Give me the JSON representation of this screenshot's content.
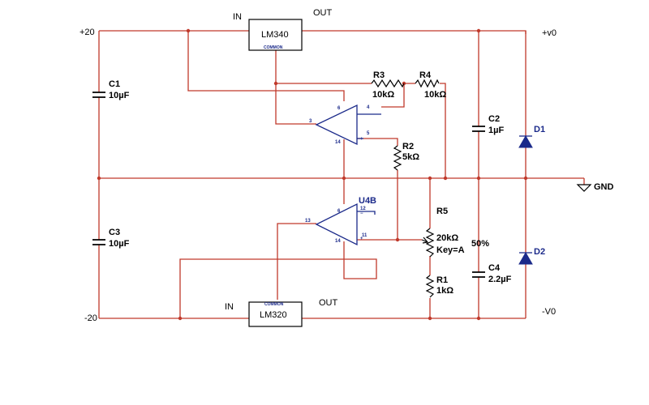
{
  "rails": {
    "pos_in": "+20",
    "neg_in": "-20",
    "pos_out": "+v0",
    "neg_out": "-V0",
    "gnd": "GND"
  },
  "regulators": {
    "top": {
      "name": "LM340",
      "in": "IN",
      "out": "OUT",
      "common": "COMMON"
    },
    "bottom": {
      "name": "LM320",
      "in": "IN",
      "out": "OUT",
      "common": "COMMON"
    }
  },
  "opamps": {
    "top": {
      "pin_out": "3",
      "pin_neg": "4",
      "pin_pos": "5",
      "pin_v": "6",
      "pin_gnd": "14"
    },
    "bottom": {
      "name": "U4B",
      "pin_out": "13",
      "pin_neg": "12",
      "pin_pos": "11",
      "pin_v": "6",
      "pin_gnd": "14"
    }
  },
  "components": {
    "c1": {
      "name": "C1",
      "value": "10µF"
    },
    "c2": {
      "name": "C2",
      "value": "1µF"
    },
    "c3": {
      "name": "C3",
      "value": "10µF"
    },
    "c4": {
      "name": "C4",
      "value": "2.2µF"
    },
    "r1": {
      "name": "R1",
      "value": "1kΩ"
    },
    "r2": {
      "name": "R2",
      "value": "5kΩ"
    },
    "r3": {
      "name": "R3",
      "value": "10kΩ"
    },
    "r4": {
      "name": "R4",
      "value": "10kΩ"
    },
    "r5": {
      "name": "R5",
      "value": "20kΩ",
      "key": "Key=A",
      "percent": "50%"
    },
    "d1": {
      "name": "D1"
    },
    "d2": {
      "name": "D2"
    }
  }
}
